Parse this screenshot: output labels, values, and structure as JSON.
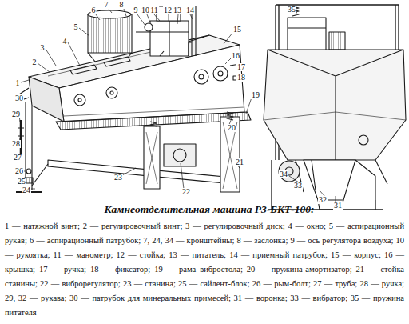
{
  "diagram": {
    "title": "Камнеотделительная машина Р3-БКТ-100:",
    "caption": "1 — натяжной винт; 2 — регулировочный винт; 3 — регулировочный диск; 4 — окно; 5 — аспирационный рукав; 6 — аспирационный патрубок; 7, 24, 34 — кронштейны; 8 — заслонка; 9 — ось регулятора воздуха; 10 — рукоятка; 11 — манометр; 12 — стойка; 13 — питатель; 14 — приемный патрубок; 15 — корпус; 16 — крышка; 17 — ручка; 18 — фиксатор; 19 — рама вибростола; 20 — пружина-амортизатор; 21 — стойка станины; 22 — виброрегулятор; 23 — станина; 25 — сайлент-блок; 26 — рым-болт; 27 — труба; 28 — ручка; 29, 32 — рукава; 30 — патрубок для минеральных примесей; 31 — воронка; 33 — вибратор; 35 — пружина питателя",
    "labels": [
      "1",
      "2",
      "3",
      "4",
      "5",
      "6",
      "7",
      "8",
      "9",
      "10",
      "11",
      "12",
      "13",
      "14",
      "15",
      "16",
      "17",
      "18",
      "19",
      "20",
      "21",
      "22",
      "23",
      "24",
      "25",
      "26",
      "27",
      "28",
      "29",
      "30",
      "35",
      "34",
      "33",
      "32",
      "31"
    ]
  }
}
